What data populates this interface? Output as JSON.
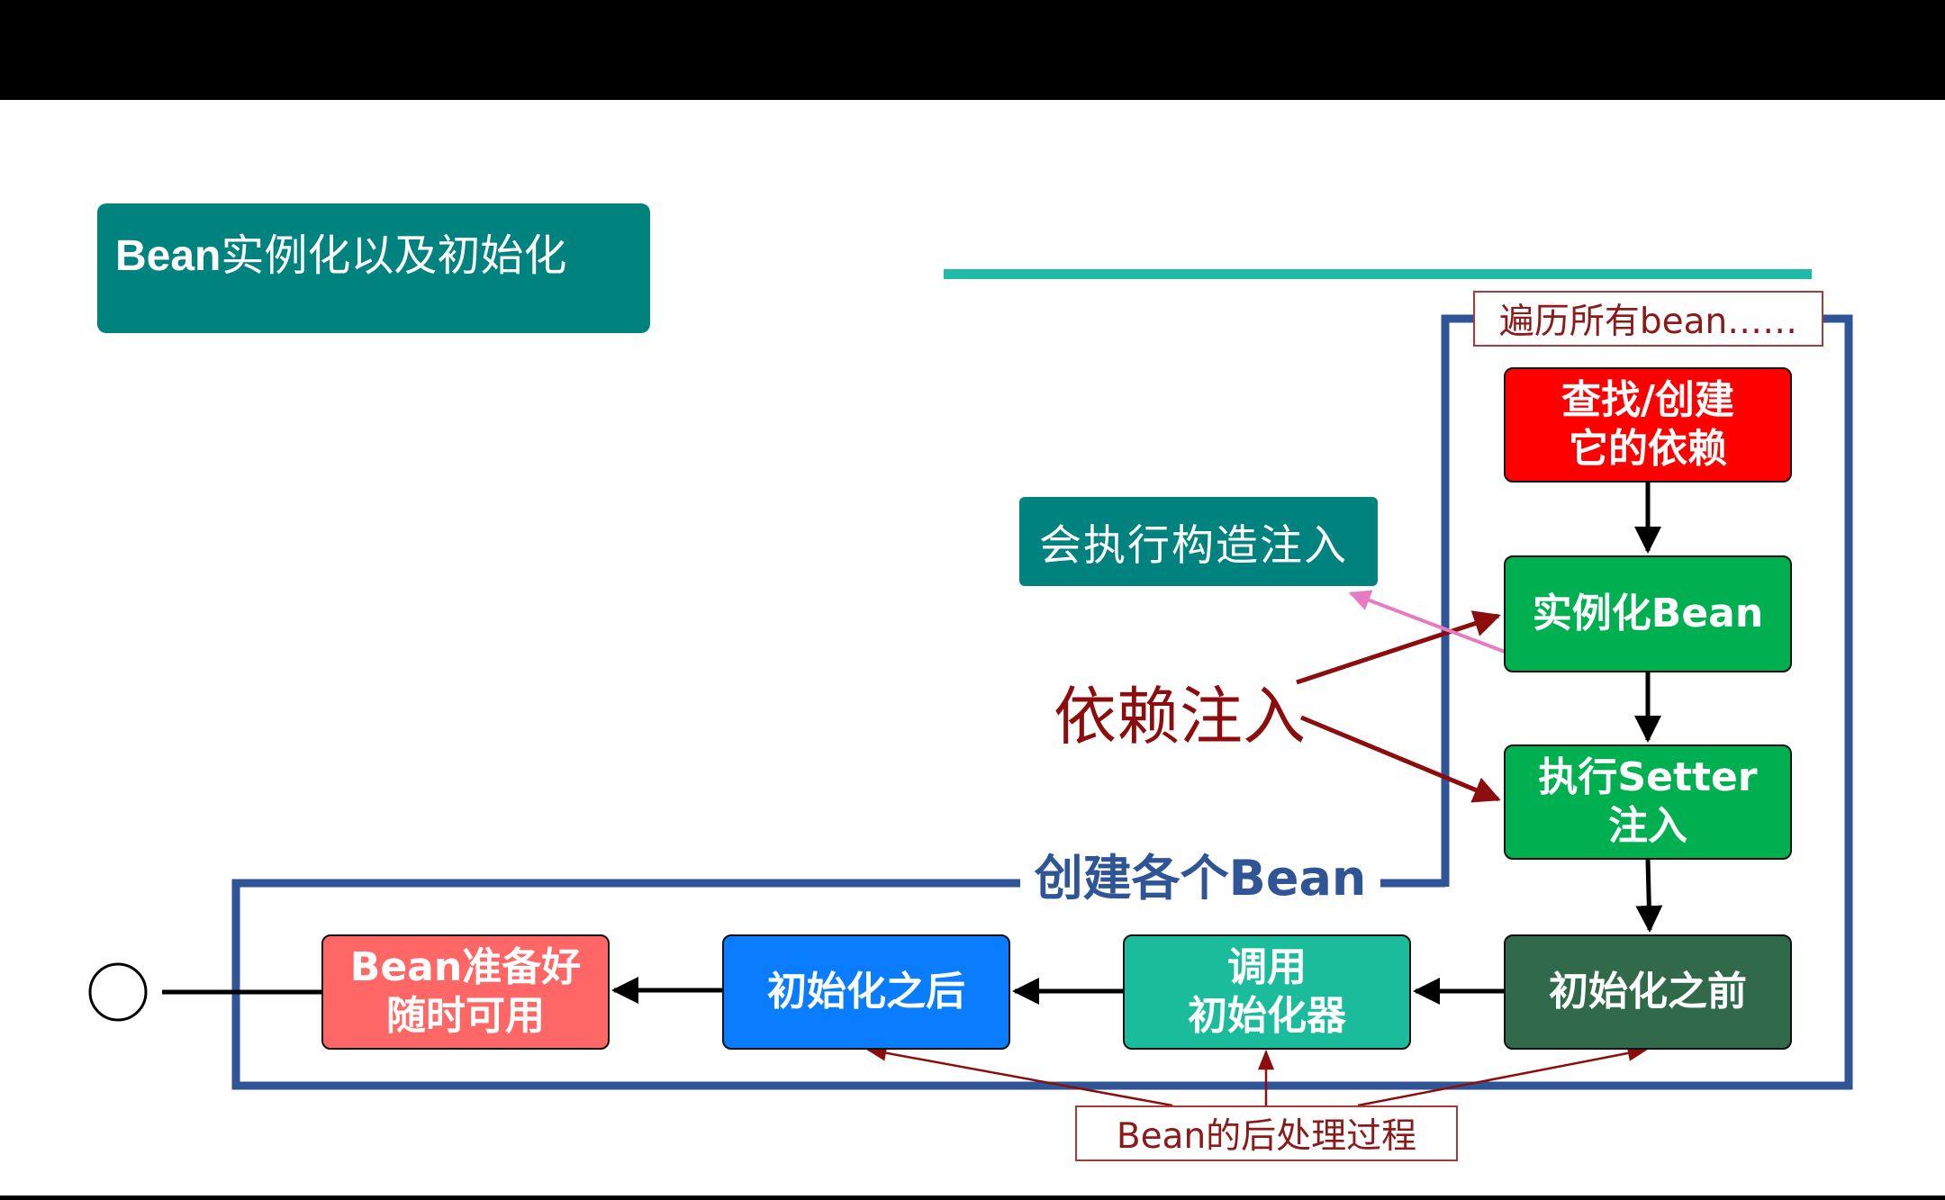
{
  "title": {
    "prefix": "Bean",
    "suffix": "实例化以及初始化"
  },
  "nodes": {
    "find_deps": "查找/创建\n它的依赖",
    "instantiate": "实例化Bean",
    "setter": "执行Setter\n注入",
    "before_init": "初始化之前",
    "invoke_init": "调用\n初始化器",
    "after_init": "初始化之后",
    "ready": "Bean准备好\n随时可用"
  },
  "labels": {
    "constructor_injection": "会执行构造注入",
    "dependency_injection": "依赖注入",
    "loop": "遍历所有bean……",
    "create_each": "创建各个Bean",
    "post_process": "Bean的后处理过程"
  },
  "colors": {
    "title_bg": "#00827f",
    "accent_line": "#20bba6",
    "frame": "#2f5597",
    "find_deps": "#ff0000",
    "instantiate": "#00b050",
    "setter": "#00b050",
    "before_init": "#316a4b",
    "invoke_init": "#1abc9c",
    "after_init": "#0a7dff",
    "ready": "#ff6666",
    "annotation": "#8b0d0d",
    "pink_arrow": "#e87bc0"
  }
}
